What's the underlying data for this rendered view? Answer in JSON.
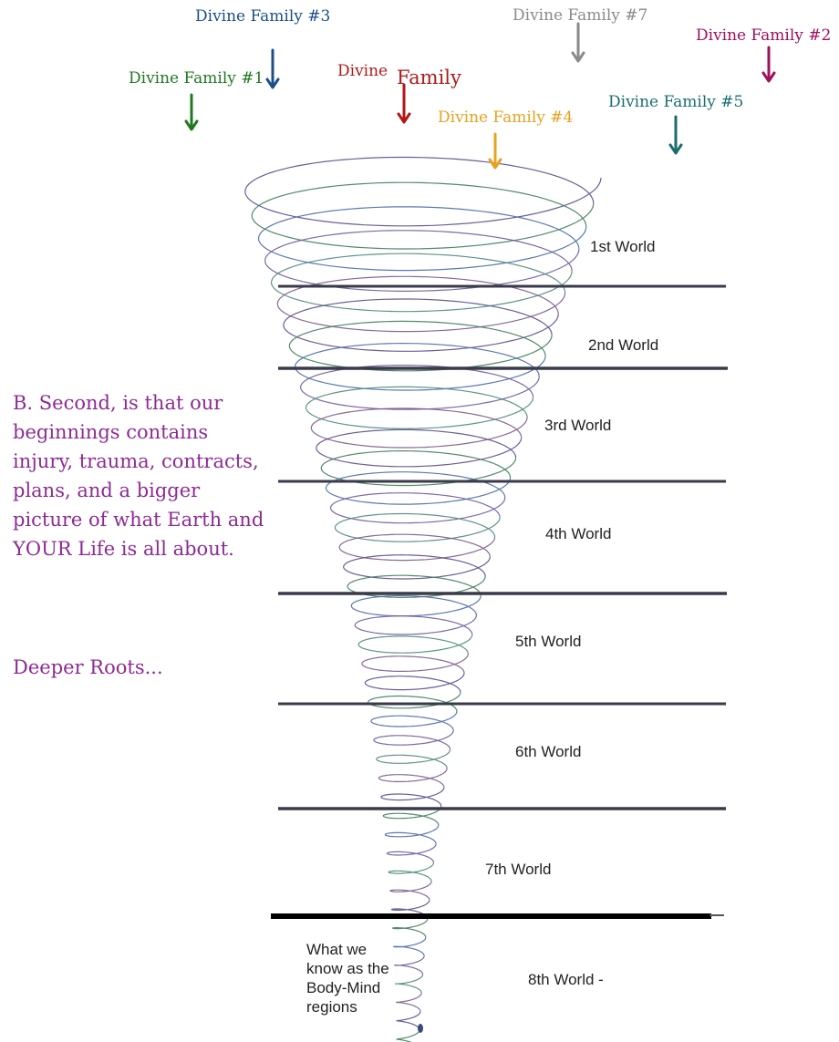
{
  "colors": {
    "family_1": "#1f7a1f",
    "family_2": "#a0105c",
    "family_3": "#1c4f8a",
    "family_4": "#e8a21f",
    "family_5": "#1b6e6e",
    "family_7": "#8a8a8a",
    "family_center": "#b01818",
    "side_text": "#8e2a94",
    "world_text": "#222222",
    "lines": "#3a3a4a"
  },
  "families": {
    "f1": "Divine Family #1",
    "f2": "Divine Family #2",
    "f3": "Divine Family #3",
    "f4": "Divine Family #4",
    "f5": "Divine Family #5",
    "f7": "Divine Family #7",
    "center_a": "Divine",
    "center_b": "Family"
  },
  "worlds": {
    "w1": "1st World",
    "w2": "2nd World",
    "w3": "3rd World",
    "w4": "4th World",
    "w5": "5th World",
    "w6": "6th World",
    "w7": "7th World",
    "w8": "8th World -"
  },
  "side_text": "B. Second, is that our beginnings contains injury, trauma, contracts, plans, and a bigger picture of what Earth and YOUR Life is all about.",
  "side_text_2": "Deeper Roots...",
  "body_mind_text": "What we know as the Body-Mind regions"
}
